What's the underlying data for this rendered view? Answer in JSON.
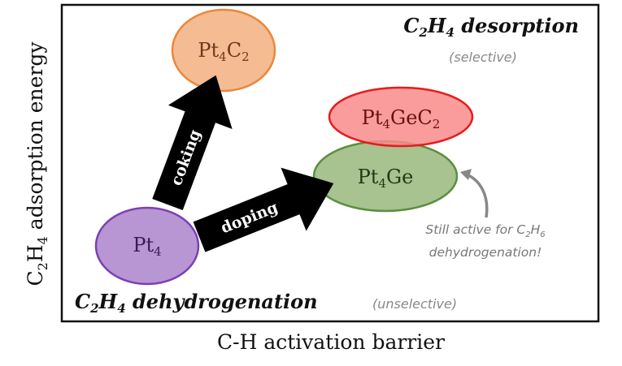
{
  "axes": {
    "y_label": {
      "base": "C",
      "sub1": "2",
      "mid": "H",
      "sub2": "4",
      "rest": " adsorption energy"
    },
    "x_label": "C-H activation barrier"
  },
  "regions": {
    "top_right": {
      "base": "C",
      "sub1": "2",
      "mid": "H",
      "sub2": "4",
      "rest": " desorption",
      "note": "(selective)"
    },
    "bottom_left": {
      "base": "C",
      "sub1": "2",
      "mid": "H",
      "sub2": "4",
      "rest": " dehydrogenation",
      "note": "(unselective)"
    }
  },
  "nodes": {
    "pt4": {
      "base": "Pt",
      "sub": "4",
      "rest": "",
      "sub2": "",
      "fill": "#b896d3",
      "stroke": "#7b3fb3"
    },
    "pt4c2": {
      "base": "Pt",
      "sub": "4",
      "rest": "C",
      "sub2": "2",
      "fill": "#f5bb93",
      "stroke": "#e8883c"
    },
    "pt4gec2": {
      "base": "Pt",
      "sub": "4",
      "rest": "GeC",
      "sub2": "2",
      "fill": "#f98b8b",
      "stroke": "#e41d1d"
    },
    "pt4ge": {
      "base": "Pt",
      "sub": "4",
      "rest": "Ge",
      "sub2": "",
      "fill": "#a8c290",
      "stroke": "#5a8f3d"
    }
  },
  "arrows": {
    "coking": "coking",
    "doping": "doping"
  },
  "annotation": {
    "line1_a": "Still active for C",
    "line1_sub1": "2",
    "line1_b": "H",
    "line1_sub2": "6",
    "line2": "dehydrogenation!"
  }
}
